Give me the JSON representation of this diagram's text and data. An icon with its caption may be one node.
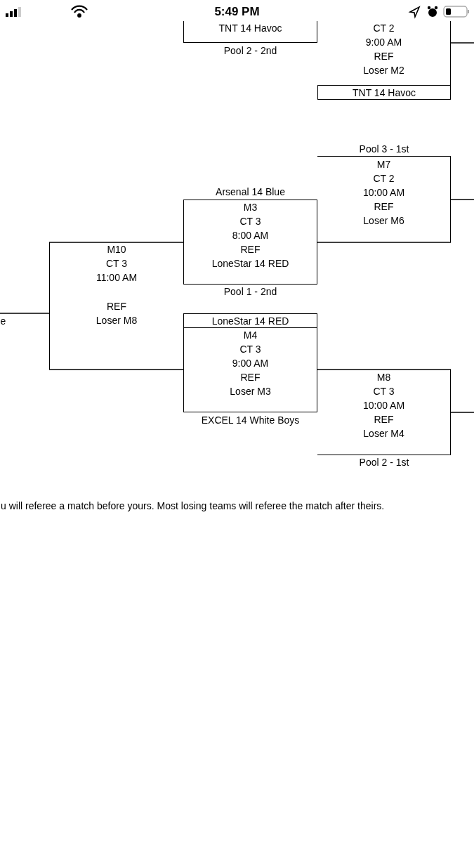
{
  "diagram": {
    "nodes": [
      {
        "text": [
          "TNT 14 Havoc"
        ],
        "beside": [
          "Pool 2 - 2nd"
        ]
      },
      {
        "text": [
          "CT 2",
          "9:00 AM",
          "REF",
          "Loser M2"
        ]
      },
      {
        "text": [
          "TNT 14 Havoc"
        ]
      },
      {
        "text": [
          "M7",
          "CT 2",
          "10:00 AM",
          "REF",
          "Loser M6"
        ],
        "beside": [
          "Pool 3 - 1st"
        ]
      },
      {
        "text": [
          "M3",
          "CT 3",
          "8:00 AM",
          "REF",
          "LoneStar 14 RED"
        ],
        "beside": [
          "Arsenal 14 Blue",
          "Pool 1 - 2nd"
        ]
      },
      {
        "text": [
          "M10",
          "CT 3",
          "11:00 AM",
          "REF",
          "Loser M8"
        ]
      },
      {
        "text": [
          "LoneStar 14 RED"
        ]
      },
      {
        "text": [
          "M4",
          "CT 3",
          "9:00 AM",
          "REF",
          "Loser M3"
        ],
        "beside": [
          "EXCEL 14 White Boys"
        ]
      },
      {
        "text": [
          "M8",
          "CT 3",
          "10:00 AM",
          "REF",
          "Loser M4"
        ],
        "beside": [
          "Pool 2 - 1st"
        ]
      },
      {
        "text": [
          "e"
        ]
      }
    ],
    "edges": [
      {
        "from": 1,
        "to": null,
        "arrow": "none"
      },
      {
        "from": 4,
        "to": 3,
        "arrow": "none"
      },
      {
        "from": 3,
        "to": null,
        "arrow": "none"
      },
      {
        "from": 4,
        "to": 5,
        "arrow": "none"
      },
      {
        "from": 7,
        "to": 5,
        "arrow": "none"
      },
      {
        "from": 5,
        "to": 9,
        "arrow": "none"
      },
      {
        "from": 7,
        "to": 8,
        "arrow": "none"
      },
      {
        "from": 8,
        "to": null,
        "arrow": "none"
      }
    ],
    "labels": [
      "5:49 PM",
      "u will referee a match before yours. Most losing teams will referee the match after theirs."
    ]
  }
}
